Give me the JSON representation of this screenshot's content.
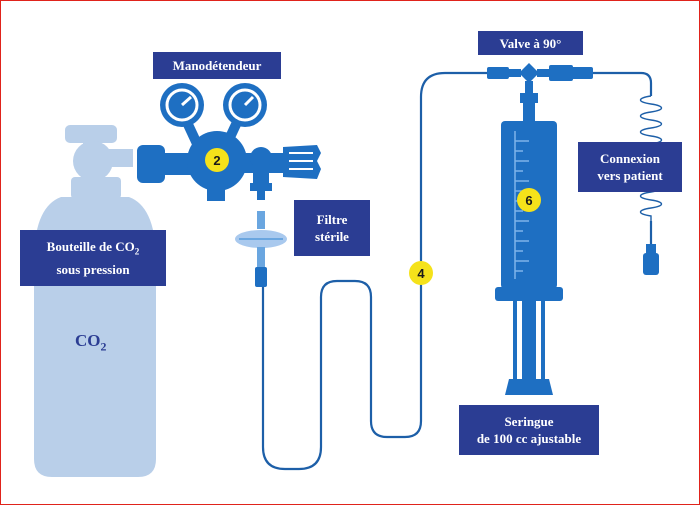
{
  "labels": {
    "manodetendeur": "Manodétendeur",
    "valve": "Valve à 90°",
    "filtre_line1": "Filtre",
    "filtre_line2": "stérile",
    "connexion_line1": "Connexion",
    "connexion_line2": "vers patient",
    "bouteille_line1_prefix": "Bouteille de CO",
    "bouteille_line1_sub": "2",
    "bouteille_line2": "sous pression",
    "seringue_line1": "Seringue",
    "seringue_line2": "de 100 cc ajustable"
  },
  "cylinder_text": {
    "prefix": "CO",
    "sub": "2"
  },
  "badges": {
    "regulator": "2",
    "tube": "4",
    "syringe": "6"
  },
  "colors": {
    "label_bg": "#2b3d93",
    "badge": "#f5e21a",
    "cylinder": "#b9cfe9",
    "equipment": "#1e6fc2",
    "tube": "#1d5fa8",
    "border": "#e0231b"
  }
}
